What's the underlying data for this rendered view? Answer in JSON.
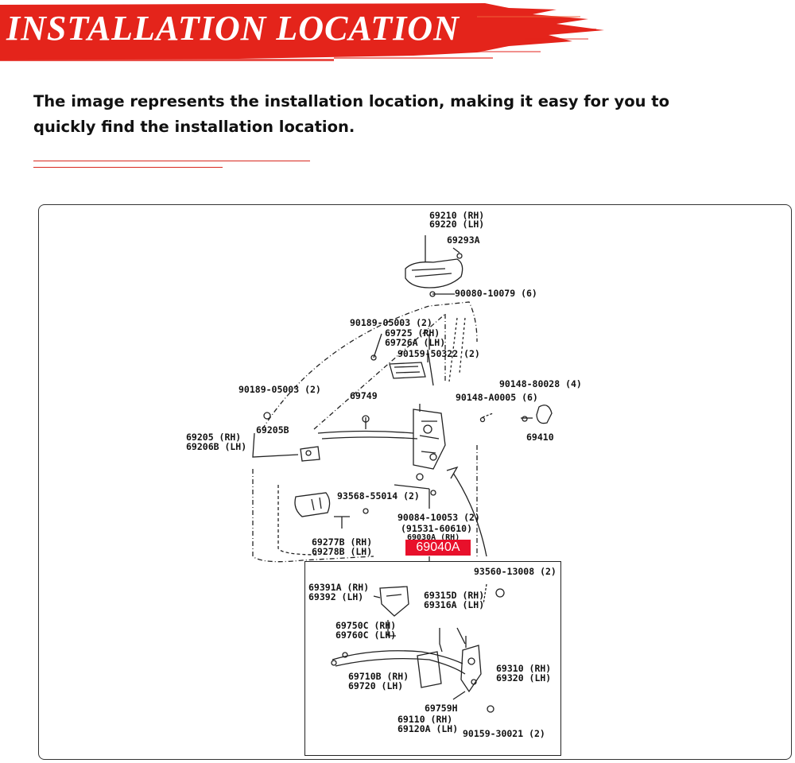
{
  "banner": {
    "title": "INSTALLATION LOCATION"
  },
  "description": "The image represents the installation location, making it easy for you to quickly find the installation location.",
  "highlight": {
    "text": "69040A",
    "color": "#e8102b"
  },
  "colors": {
    "banner_red": "#e4241b",
    "rule_red": "#d8281e"
  },
  "labels": {
    "l69210": "69210 (RH)",
    "l69220": "69220 (LH)",
    "l69293a": "69293A",
    "l90080": "90080-10079 (6)",
    "l90189a": "90189-05003 (2)",
    "l69725": "69725 (RH)",
    "l69726a": "69726A (LH)",
    "l90159a": "90159-50322 (2)",
    "l90148a": "90148-80028 (4)",
    "l90189b": "90189-05003 (2)",
    "l69749": "69749",
    "l90148b": "90148-A0005 (6)",
    "l69205": "69205 (RH)",
    "l69206b": "69206B (LH)",
    "l69205b": "69205B",
    "l69410": "69410",
    "l93568": "93568-55014 (2)",
    "l90084": "90084-10053 (2)",
    "l91531": "(91531-60610)",
    "l69030a": "69030A (RH)",
    "l69277b": "69277B (RH)",
    "l69278b": "69278B (LH)",
    "l93560": "93560-13008 (2)",
    "l69391a": "69391A (RH)",
    "l69392": "69392 (LH)",
    "l69315d": "69315D (RH)",
    "l69316a": "69316A (LH)",
    "l69750c": "69750C (RH)",
    "l69760c": "69760C (LH)",
    "l69310": "69310 (RH)",
    "l69320": "69320 (LH)",
    "l69710b": "69710B (RH)",
    "l69720": "69720 (LH)",
    "l69759h": "69759H",
    "l69110": "69110 (RH)",
    "l69120a": "69120A (LH)",
    "l90159b": "90159-30021 (2)"
  }
}
